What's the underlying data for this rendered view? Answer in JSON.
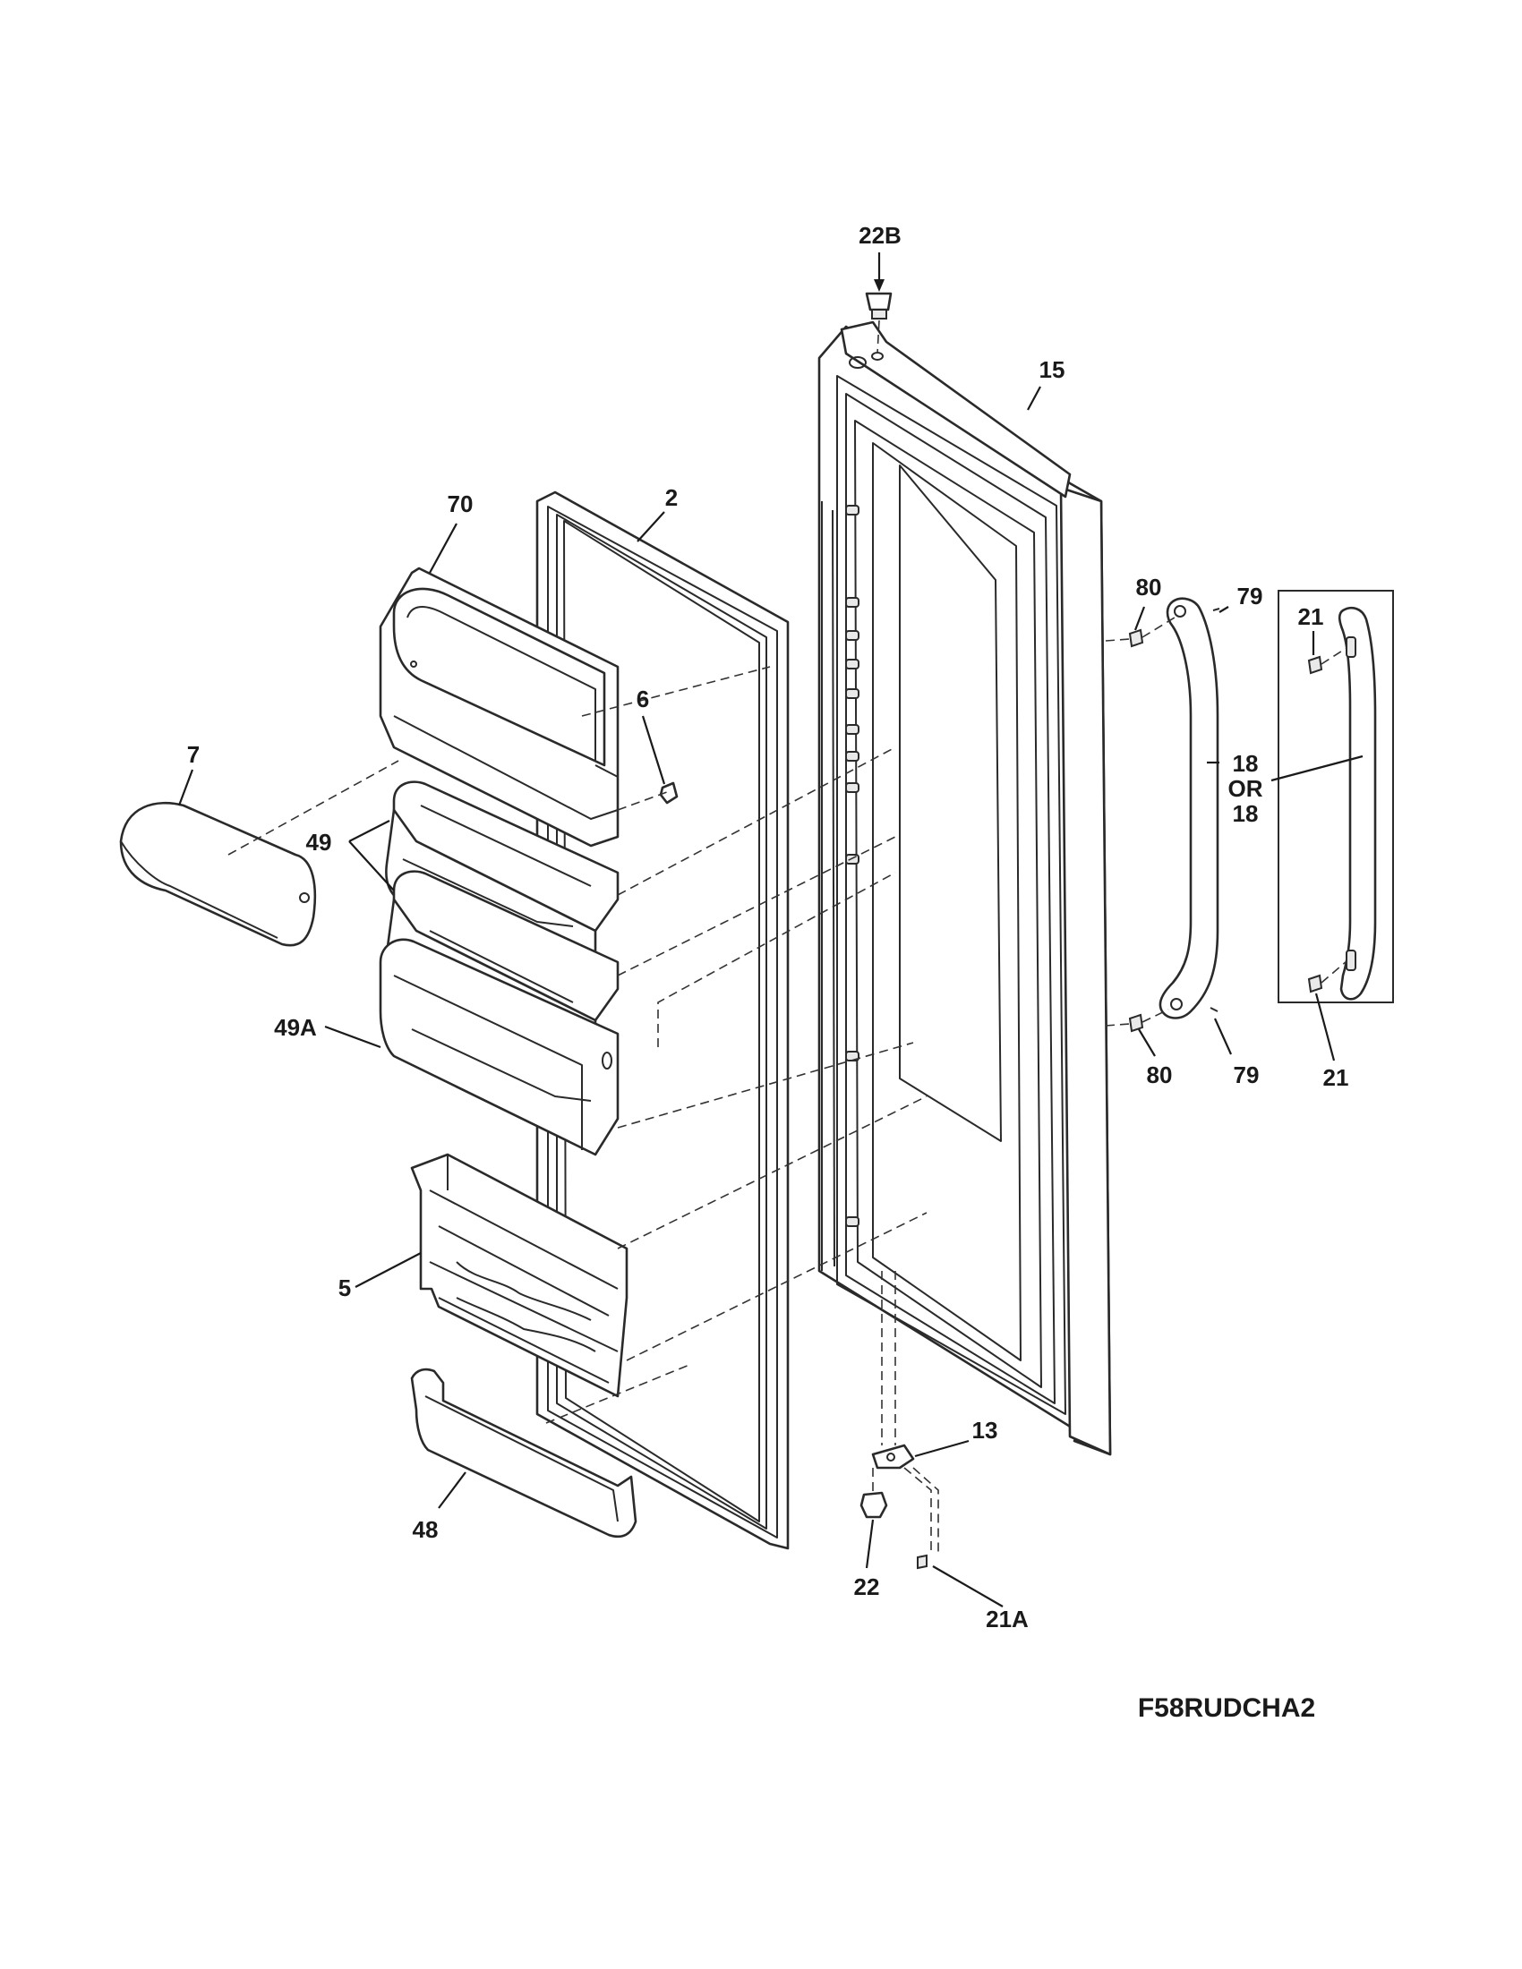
{
  "callouts": {
    "c22B": "22B",
    "c15": "15",
    "c70": "70",
    "c2": "2",
    "c80_top": "80",
    "c79_top": "79",
    "c21_top": "21",
    "c6": "6",
    "c7": "7",
    "c18_a": "18",
    "c18_or": "OR",
    "c18_b": "18",
    "c49": "49",
    "c49A": "49A",
    "c80_bottom": "80",
    "c79_bottom": "79",
    "c21_bottom": "21",
    "c5": "5",
    "c13": "13",
    "c48": "48",
    "c22": "22",
    "c21A": "21A"
  },
  "model_code": "F58RUDCHA2",
  "icons": {
    "parts": [
      "door-outer-panel",
      "door-gasket",
      "dairy-compartment",
      "dairy-door",
      "door-bins",
      "door-bin-large",
      "can-rack",
      "bottom-bin",
      "handle",
      "alt-handle",
      "hinge",
      "hinge-bushing",
      "hinge-pin",
      "screws"
    ]
  }
}
